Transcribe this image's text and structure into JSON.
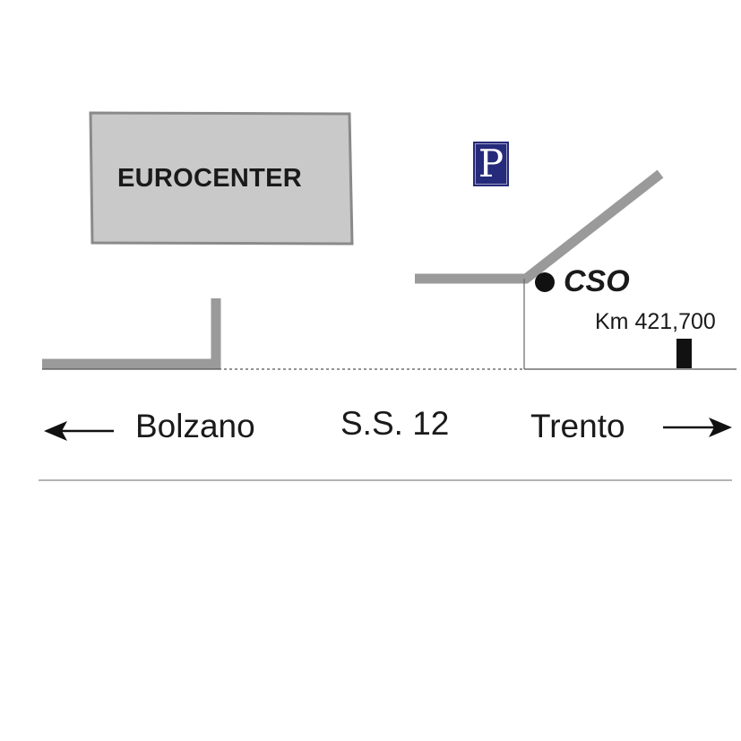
{
  "map": {
    "building": {
      "label": "EUROCENTER"
    },
    "parking": {
      "label": "P",
      "icon": "parking-sign-icon",
      "color": "#262a7a"
    },
    "location": {
      "label": "CSO",
      "icon": "location-dot-icon"
    },
    "marker": {
      "label": "Km 421,700",
      "icon": "kilometer-marker-icon"
    },
    "road": {
      "name": "S.S. 12"
    },
    "directions": {
      "left": {
        "label": "Bolzano",
        "icon": "arrow-left-icon"
      },
      "right": {
        "label": "Trento",
        "icon": "arrow-right-icon"
      }
    }
  }
}
